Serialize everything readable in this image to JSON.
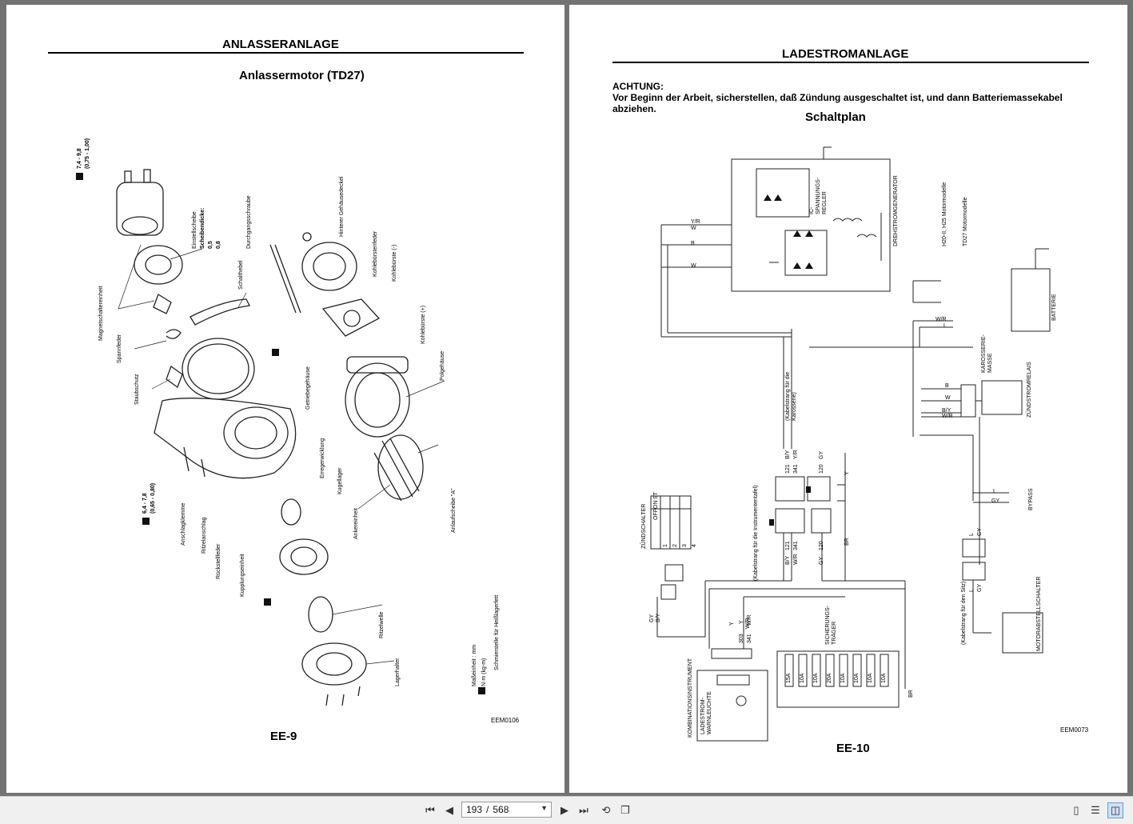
{
  "viewer": {
    "page_current": "193",
    "page_sep": "/",
    "page_total": "568",
    "icons": [
      "first-page-icon",
      "prev-page-icon",
      "next-page-icon",
      "last-page-icon",
      "rotate-icon",
      "pages-icon",
      "single-page-icon",
      "continuous-page-icon",
      "two-page-icon",
      "chevron-down-icon"
    ]
  },
  "left_page": {
    "header": "ANLASSERANLAGE",
    "subtitle": "Anlassermotor (TD27)",
    "torque_top": "7,4 - 9,8",
    "torque_top_kg": "(0,75 - 1,00)",
    "torque_bottom": "6,4 - 7,8",
    "torque_bottom_kg": "(0,65 - 0,80)",
    "labels": [
      "Magnetschaltereinheit",
      "Einstellscheibe",
      "Scheibendicke:",
      "0,5",
      "0,8",
      "Spannfeder",
      "Schalthebel",
      "Durchgangsschraube",
      "Hinterer Gehäusedeckel",
      "Kohlebürstenfeder",
      "Kohlebürste (-)",
      "Kohlebürste (+)",
      "Staubschutz",
      "Getriebegehäuse",
      "Polgehäuse",
      "Erregerwicklung",
      "Kugellager",
      "Ankereinheit",
      "Anlaufscheibe \"A\"",
      "Anschlagklemme",
      "Ritzelanschlag",
      "Rückstellfeder",
      "Kupplungseinheit",
      "Ritzelwelle",
      "Lagerhalter"
    ],
    "legend_unit": "Maßeinheit : mm",
    "legend_torque": "N·m (kg-m)",
    "legend_grease": "Schmierstelle für Heißlagerfett",
    "figure_code": "EEM0106",
    "page_number": "EE-9"
  },
  "right_page": {
    "header": "LADESTROMANLAGE",
    "warning_title": "ACHTUNG:",
    "warning_text": "Vor Beginn der Arbeit, sicherstellen, daß Zündung ausgeschaltet ist, und dann Batteriemassekabel abziehen.",
    "subtitle": "Schaltplan",
    "labels": {
      "generator": "DREHSTROMGENERATOR",
      "regulator": "IC-SPANNUNGS-REGLER",
      "model_h": "H20-II, H25 Motormodelle",
      "model_t": "TD27 Motormodelle",
      "battery": "BATTERIE",
      "body_ground": "KAROSSERIE-MASSE",
      "ign_relay": "ZÜNDSTROMRELAIS",
      "bypass": "BYPASS",
      "engine_stop": "MOTORABSTELLSCHALTER",
      "ign_switch": "ZÜNDSCHALTER",
      "combination": "KOMBINATIONSINSTRUMENT",
      "warn_light": "LADESTROM-WARNLEUCHTE",
      "fuse_box": "SICHERUNGS-TRÄGER",
      "harness_body": "(Kabelstrang für die Karosserie)",
      "harness_instr": "(Kabelstrang für die Instrumententafel)",
      "harness_seat": "(Kabelstrang für den Sitz)"
    },
    "wire_codes": [
      "Y/R",
      "W",
      "B",
      "W",
      "W/R",
      "L",
      "B",
      "W",
      "B/Y",
      "W/R",
      "L",
      "GY",
      "L",
      "GY",
      "L",
      "GY",
      "GY",
      "B/Y",
      "Y",
      "W/R",
      "BR",
      "121",
      "B/Y",
      "341",
      "Y/R",
      "120",
      "GY",
      "121",
      "B/Y",
      "341",
      "W/R",
      "120",
      "GY",
      "303",
      "Y",
      "341",
      "W/R",
      "Y",
      "BR"
    ],
    "switch_cols": [
      "OFF",
      "ON",
      "ST"
    ],
    "switch_rows": [
      "1",
      "2",
      "3",
      "4"
    ],
    "fuses": [
      "15A",
      "10A",
      "10A",
      "20A",
      "10A",
      "10A",
      "10A",
      "10A"
    ],
    "figure_code": "EEM0073",
    "page_number": "EE-10"
  }
}
